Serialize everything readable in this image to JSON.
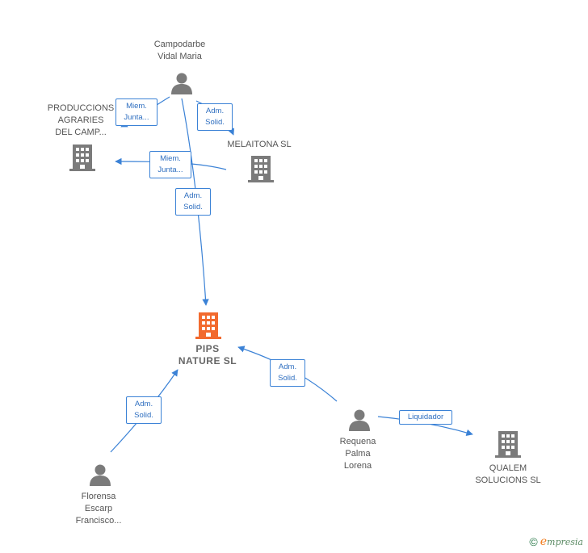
{
  "nodes": {
    "pips": {
      "label": "PIPS\nNATURE  SL",
      "type": "company-main"
    },
    "campodarbe": {
      "label": "Campodarbe\nVidal Maria",
      "type": "person"
    },
    "producciones": {
      "label": "PRODUCCIONS\nAGRARIES\nDEL CAMP...",
      "type": "company"
    },
    "melaitona": {
      "label": "MELAITONA SL",
      "type": "company"
    },
    "requena": {
      "label": "Requena\nPalma\nLorena",
      "type": "person"
    },
    "qualem": {
      "label": "QUALEM\nSOLUCIONS SL",
      "type": "company"
    },
    "florensa": {
      "label": "Florensa\nEscarp\nFrancisco...",
      "type": "person"
    }
  },
  "edges": {
    "e1": {
      "label": "Miem.\nJunta..."
    },
    "e2": {
      "label": "Adm.\nSolid."
    },
    "e3": {
      "label": "Miem.\nJunta..."
    },
    "e4": {
      "label": "Adm.\nSolid."
    },
    "e5": {
      "label": "Adm.\nSolid."
    },
    "e6": {
      "label": "Liquidador"
    },
    "e7": {
      "label": "Adm.\nSolid."
    }
  },
  "colors": {
    "edge": "#3b82d6",
    "main_node": "#f26a2e",
    "node": "#7b7b7b"
  },
  "brand": {
    "copyright": "©",
    "initial": "e",
    "rest": "mpresia"
  }
}
